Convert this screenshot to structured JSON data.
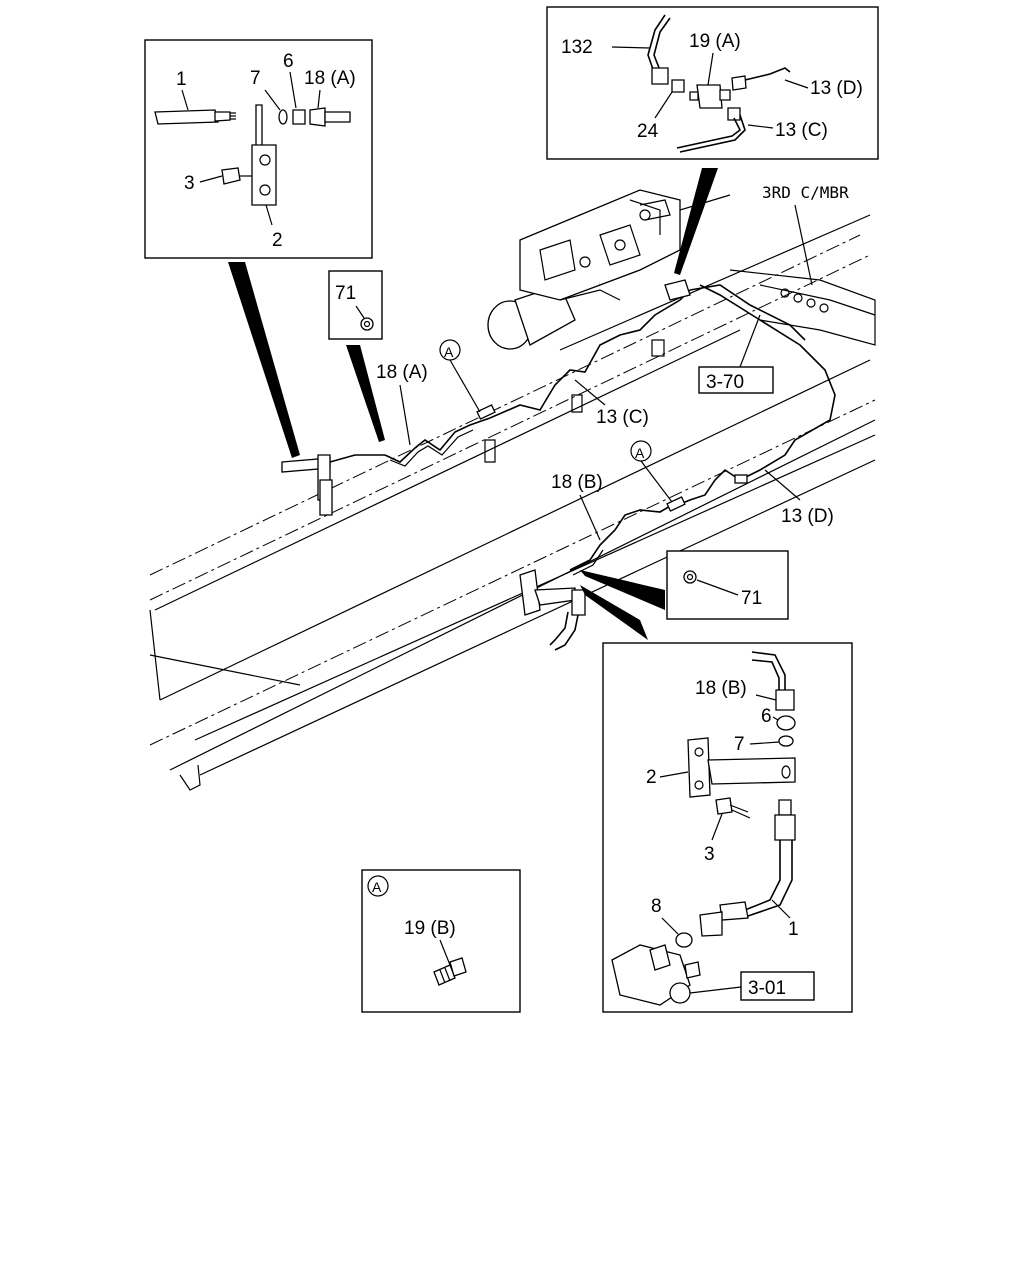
{
  "labels": {
    "inset_tl": {
      "p1": "1",
      "p7": "7",
      "p6": "6",
      "p18a": "18 (A)",
      "p3": "3",
      "p2": "2"
    },
    "inset_tr": {
      "p132": "132",
      "p19a": "19 (A)",
      "p13d": "13 (D)",
      "p24": "24",
      "p13c": "13 (C)"
    },
    "third_cmbr": "3RD C/MBR",
    "box71_a": "71",
    "box71_b": "71",
    "main": {
      "p18a": "18 (A)",
      "p13c": "13 (C)",
      "ref370": "3-70",
      "p18b": "18 (B)",
      "p13d": "13 (D)",
      "circleA": "A"
    },
    "inset_br": {
      "p18b": "18 (B)",
      "p6": "6",
      "p7": "7",
      "p2": "2",
      "p3": "3",
      "p8": "8",
      "p1": "1",
      "ref301": "3-01"
    },
    "inset_bl": {
      "circleA": "A",
      "p19b": "19 (B)"
    }
  }
}
